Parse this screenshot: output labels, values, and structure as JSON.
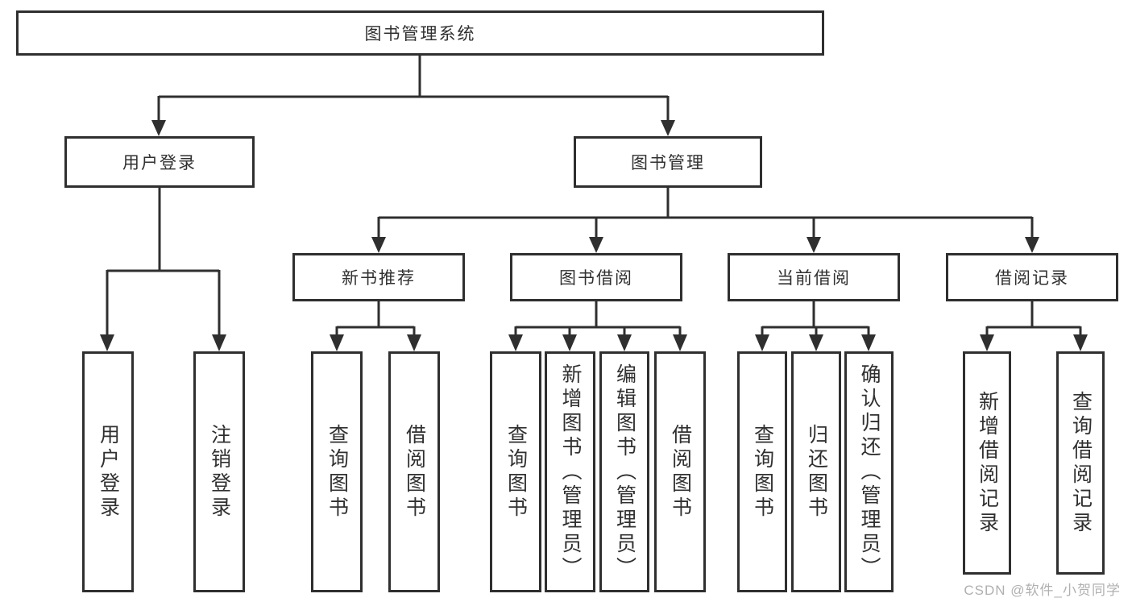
{
  "tree": {
    "root": {
      "label": "图书管理系统"
    },
    "branches": [
      {
        "label": "用户登录",
        "children": [
          {
            "label": "用户登录"
          },
          {
            "label": "注销登录"
          }
        ]
      },
      {
        "label": "图书管理",
        "children": [
          {
            "label": "新书推荐",
            "children": [
              {
                "label": "查询图书"
              },
              {
                "label": "借阅图书"
              }
            ]
          },
          {
            "label": "图书借阅",
            "children": [
              {
                "label": "查询图书"
              },
              {
                "label": "新增图书（管理员）"
              },
              {
                "label": "编辑图书（管理员）"
              },
              {
                "label": "借阅图书"
              }
            ]
          },
          {
            "label": "当前借阅",
            "children": [
              {
                "label": "查询图书"
              },
              {
                "label": "归还图书"
              },
              {
                "label": "确认归还（管理员）"
              }
            ]
          },
          {
            "label": "借阅记录",
            "children": [
              {
                "label": "新增借阅记录"
              },
              {
                "label": "查询借阅记录"
              }
            ]
          }
        ]
      }
    ]
  },
  "watermark": {
    "text": "CSDN @软件_小贺同学"
  },
  "colors": {
    "background": "#ffffff",
    "line": "#2f2f2f",
    "box_border": "#2f2f2f",
    "box_fill": "#ffffff",
    "text": "#303030",
    "watermark": "#b0b0b0"
  }
}
